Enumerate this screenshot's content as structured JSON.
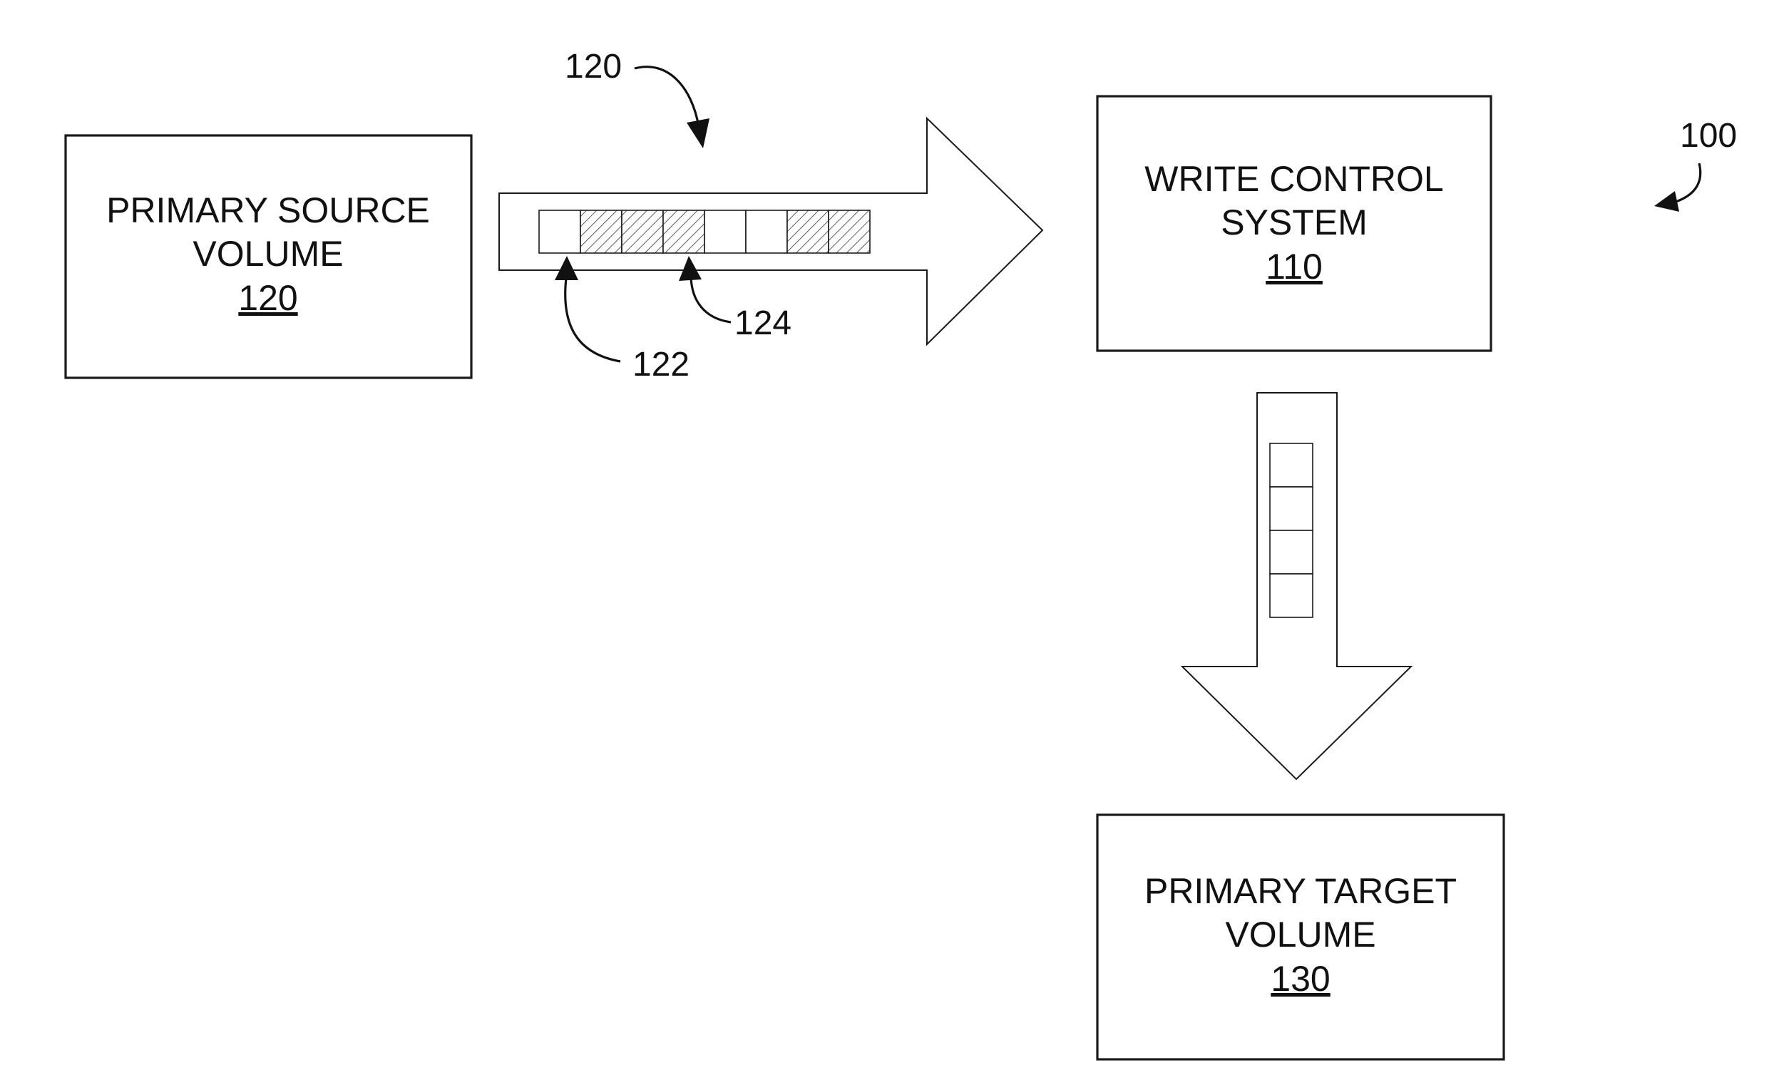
{
  "boxes": {
    "source": {
      "line1": "PRIMARY SOURCE",
      "line2": "VOLUME",
      "ref": "120"
    },
    "write_control": {
      "line1": "WRITE CONTROL",
      "line2": "SYSTEM",
      "ref": "110"
    },
    "target": {
      "line1": "PRIMARY TARGET",
      "line2": "VOLUME",
      "ref": "130"
    }
  },
  "labels": {
    "figure_ref": "100",
    "stream_ref": "120",
    "block_ref_a": "122",
    "block_ref_b": "124"
  },
  "stream_blocks": [
    "empty",
    "hatched",
    "hatched",
    "hatched",
    "empty",
    "empty",
    "hatched",
    "hatched"
  ],
  "output_blocks": [
    "empty",
    "empty",
    "empty",
    "empty"
  ]
}
